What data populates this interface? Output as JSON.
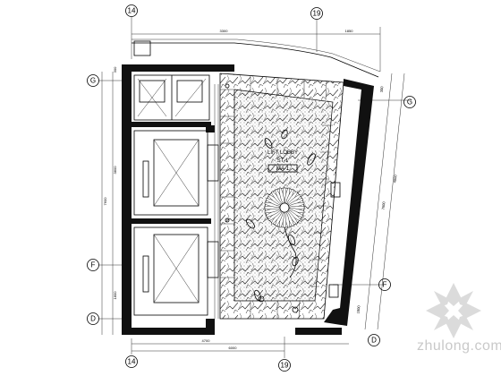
{
  "axes": {
    "top_left": "14",
    "top_mid": "19",
    "bottom_left": "14",
    "bottom_mid": "19",
    "left_g": "G",
    "left_f": "F",
    "left_d": "D",
    "right_g": "G",
    "right_f": "F",
    "right_d": "D"
  },
  "dimensions": {
    "top_span": "3300",
    "top_right": "1850",
    "left_total": "7600",
    "left_mid": "3800",
    "left_bottom": "1800",
    "left_top": "300",
    "right_total": "7600",
    "right_mid": "4800",
    "right_top": "300",
    "right_bottom": "1800",
    "bottom_left": "4700",
    "bottom_total": "6000"
  },
  "lobby_label": {
    "line1": "LIFT LOBBY",
    "line2": "ST-1",
    "line3": "MA-1"
  },
  "watermark": {
    "text": "zhulong.com"
  }
}
